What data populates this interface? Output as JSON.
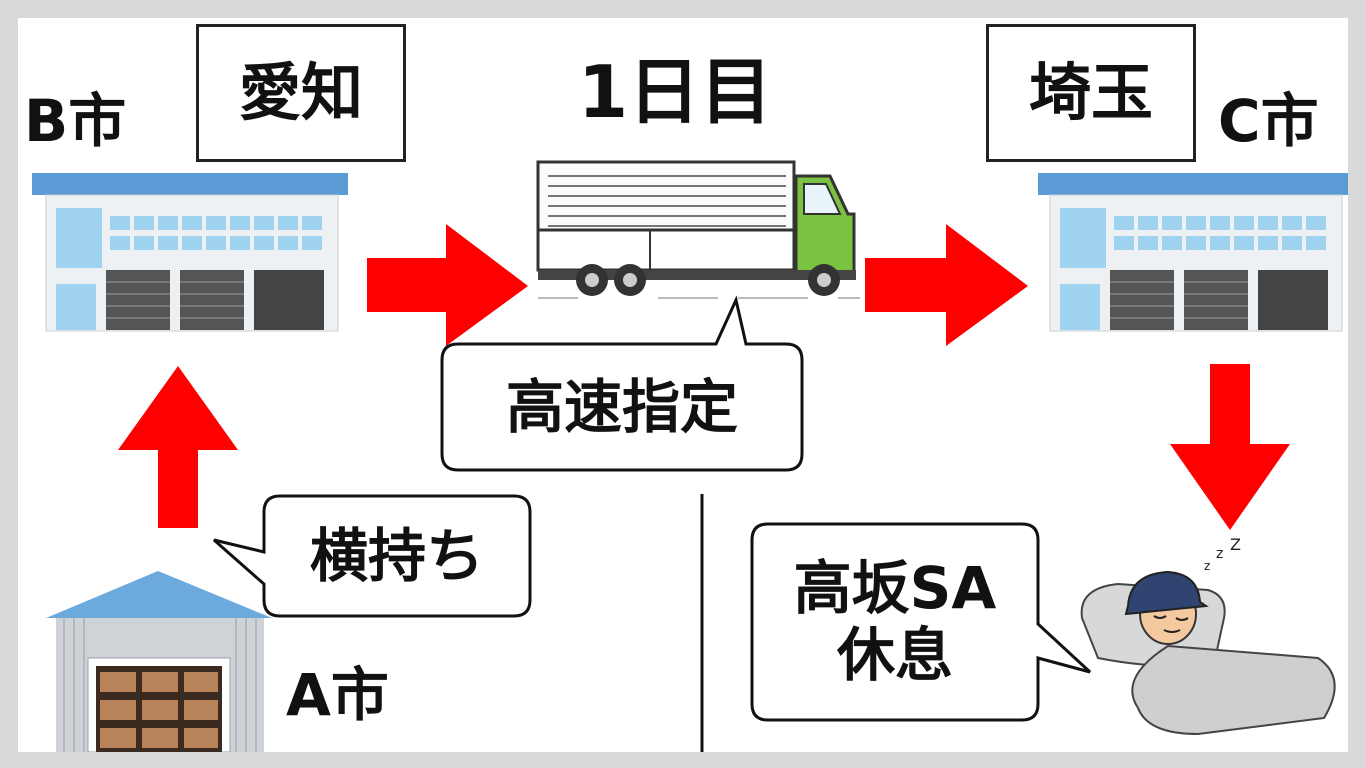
{
  "title": "1日目",
  "prefectures": {
    "origin": "愛知",
    "destination": "埼玉"
  },
  "cities": {
    "a": "A市",
    "b": "B市",
    "c": "C市"
  },
  "bubbles": {
    "transfer": "横持ち",
    "highway": "高速指定",
    "rest_line1": "高坂SA",
    "rest_line2": "休息"
  },
  "colors": {
    "arrow": "#ff0000",
    "building_roof": "#5b9bd5",
    "truck_cab": "#7cc242",
    "window": "#9fd3f0"
  }
}
